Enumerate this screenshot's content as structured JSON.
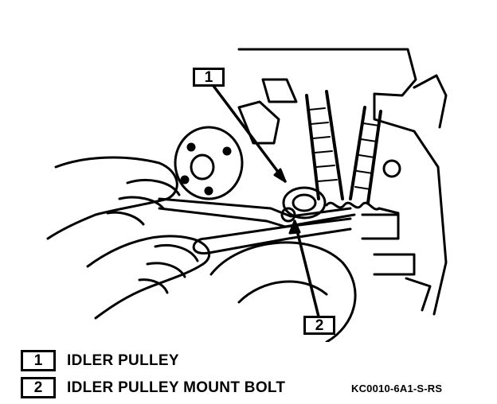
{
  "callouts": [
    {
      "number": "1"
    },
    {
      "number": "2"
    }
  ],
  "legend": [
    {
      "number": "1",
      "label": "IDLER PULLEY"
    },
    {
      "number": "2",
      "label": "IDLER PULLEY MOUNT BOLT"
    }
  ],
  "figure_code": "KC0010-6A1-S-RS"
}
